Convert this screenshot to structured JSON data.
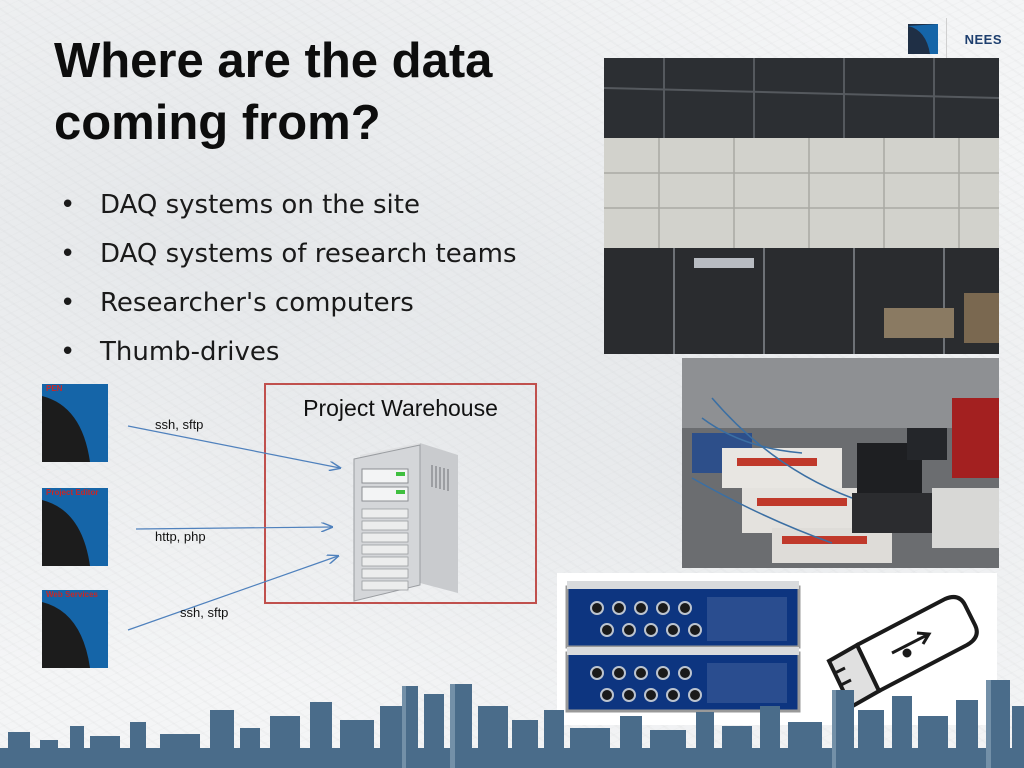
{
  "slide": {
    "title_line1": "Where are the data",
    "title_line2": "coming from?",
    "bullets": [
      "DAQ systems on the site",
      "DAQ systems of research teams",
      "Researcher's computers",
      "Thumb-drives"
    ],
    "bullet_char": "•"
  },
  "logo": {
    "text": "NEES"
  },
  "diagram": {
    "sources": [
      {
        "label": "PEN"
      },
      {
        "label": "Project Editor"
      },
      {
        "label": "Web Services"
      }
    ],
    "arrows": [
      {
        "label": "ssh, sftp"
      },
      {
        "label": "http, php"
      },
      {
        "label": "ssh, sftp"
      }
    ],
    "warehouse_title": "Project Warehouse"
  },
  "colors": {
    "accent_red": "#c0504d",
    "brand_blue": "#1565a8",
    "arrow_blue": "#4f81bd",
    "skyline_blue": "#4a6c8a"
  }
}
